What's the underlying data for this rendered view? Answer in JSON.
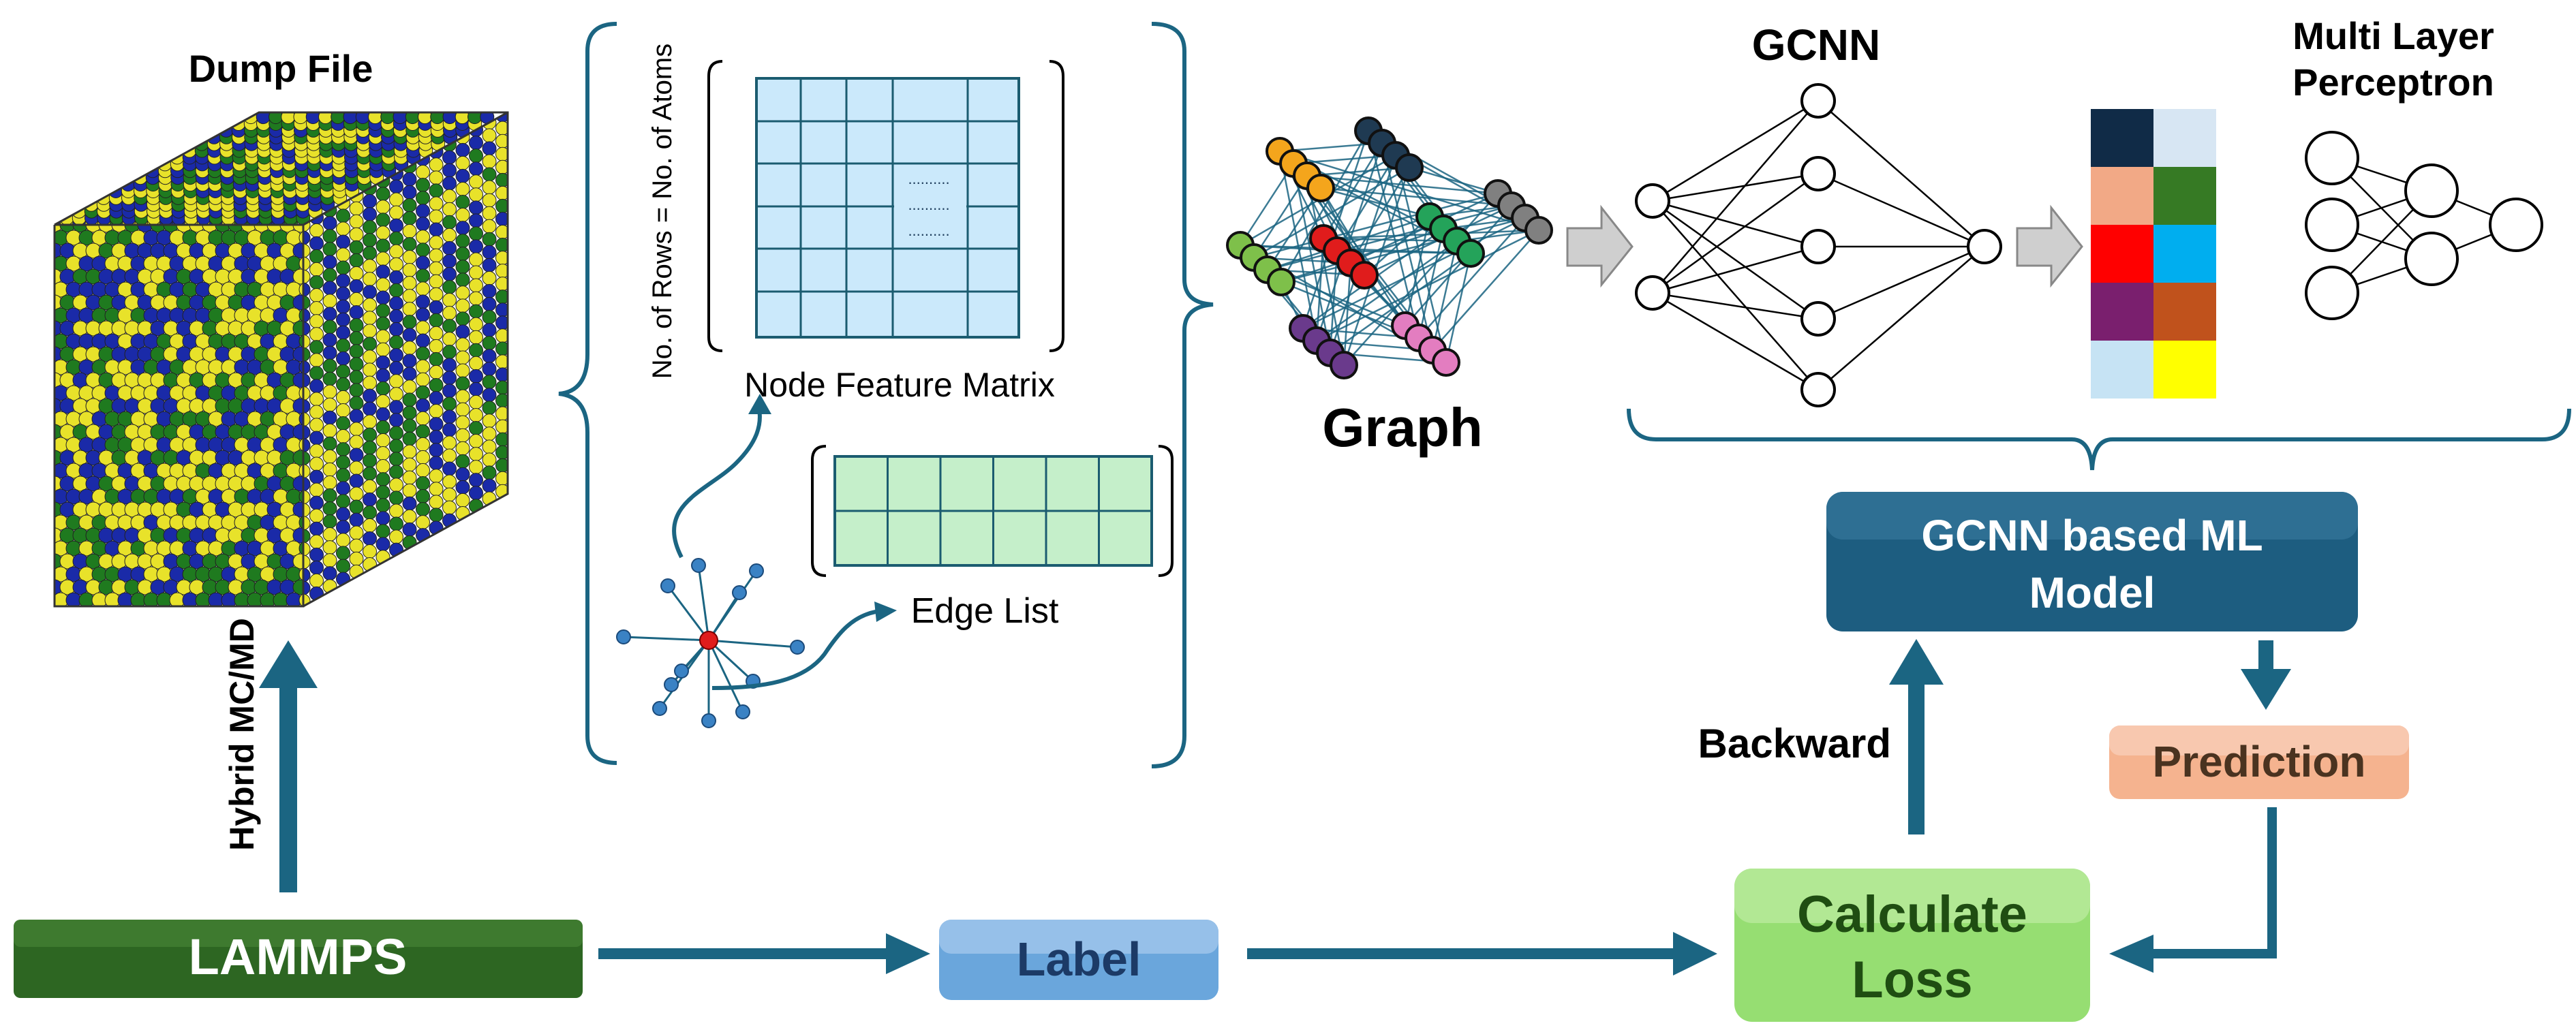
{
  "labels": {
    "dump_file": "Dump File",
    "rows_note": "No. of Rows = No. of Atoms",
    "node_feature_matrix": "Node Feature Matrix",
    "edge_list": "Edge List",
    "graph": "Graph",
    "gcnn": "GCNN",
    "mlp_line1": "Multi Layer",
    "mlp_line2": "Perceptron",
    "hybrid": "Hybrid MC/MD",
    "backward": "Backward"
  },
  "boxes": {
    "lammps": "LAMMPS",
    "label": "Label",
    "calc_loss_line1": "Calculate",
    "calc_loss_line2": "Loss",
    "model_line1": "GCNN based ML",
    "model_line2": "Model",
    "prediction": "Prediction"
  },
  "matrix": {
    "ellipsis": ".........."
  },
  "colors": {
    "arrow": "#1b6582",
    "box_dark": "#1d5d80",
    "lammps": "#2d6622",
    "label_box": "#6aa6dc",
    "loss_box": "#96de72",
    "prediction_box": "#f5b38f",
    "node_matrix_fill": "#cbe9fb",
    "edge_list_fill": "#c5efca",
    "atom_yellow": "#e8e22a",
    "atom_blue": "#1a2aa8",
    "atom_green": "#1f7a1f",
    "cluster_colors": [
      "#f4a51c",
      "#1f3a52",
      "#24a35a",
      "#808080",
      "#7ec04a",
      "#e01c1c",
      "#6a3a8c",
      "#e37dc0"
    ],
    "heatmap_colors": [
      "#102b47",
      "#d7e6f3",
      "#f2a986",
      "#367a24",
      "#ff0000",
      "#00aeef",
      "#7a1f6e",
      "#c0521c",
      "#c6e3f4",
      "#ffff00"
    ]
  }
}
